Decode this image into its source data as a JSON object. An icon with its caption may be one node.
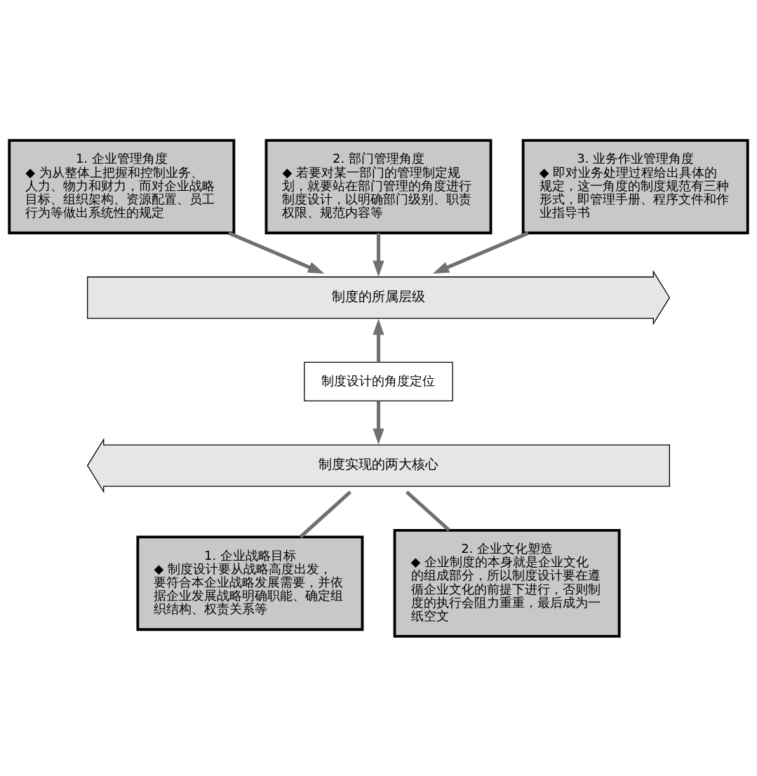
{
  "diagram": {
    "nodes": [
      {
        "text": [
          "1. 企业管理角度",
          "◆ 为从整体上把握和控制业务、人力、物力和财力，而对企业战略目标、组织架构、资源配置、员工行为等做出系统性的规定"
        ]
      },
      {
        "text": [
          "2. 部门管理角度",
          "◆ 若要对某一部门的管理制定规划，就要站在部门管理的角度进行制度设计，以明确部门级别、职责权限、规范内容等"
        ]
      },
      {
        "text": [
          "3. 业务作业管理角度",
          "◆ 即对业务处理过程给出具体的规定，这一角度的制度规范有三种形式，即管理手册、程序文件和作业指导书"
        ]
      },
      {
        "text": [
          "制度的所属层级"
        ]
      },
      {
        "text": [
          "制度设计的角度定位"
        ]
      },
      {
        "text": [
          "制度实现的两大核心"
        ]
      },
      {
        "text": [
          "1. 企业战略目标",
          "◆ 制度设计要从战略高度出发，要符合本企业战略发展需要，并依据企业发展战略明确职能、确定组织结构、权责关系等"
        ]
      },
      {
        "text": [
          "2. 企业文化塑造",
          "◆ 企业制度的本身就是企业文化的组成部分，所以制度设计要在遵循企业文化的前提下进行，否则制度的执行会阻力重重，最后成为一纸空文"
        ]
      }
    ],
    "edges": [
      {
        "from": 0,
        "to": 3,
        "arrow": "to"
      },
      {
        "from": 1,
        "to": 3,
        "arrow": "to"
      },
      {
        "from": 2,
        "to": 3,
        "arrow": "to"
      },
      {
        "from": 4,
        "to": 3,
        "arrow": "to"
      },
      {
        "from": 4,
        "to": 5,
        "arrow": "to"
      },
      {
        "from": 6,
        "to": 5,
        "arrow": "none"
      },
      {
        "from": 7,
        "to": 5,
        "arrow": "none"
      }
    ]
  }
}
